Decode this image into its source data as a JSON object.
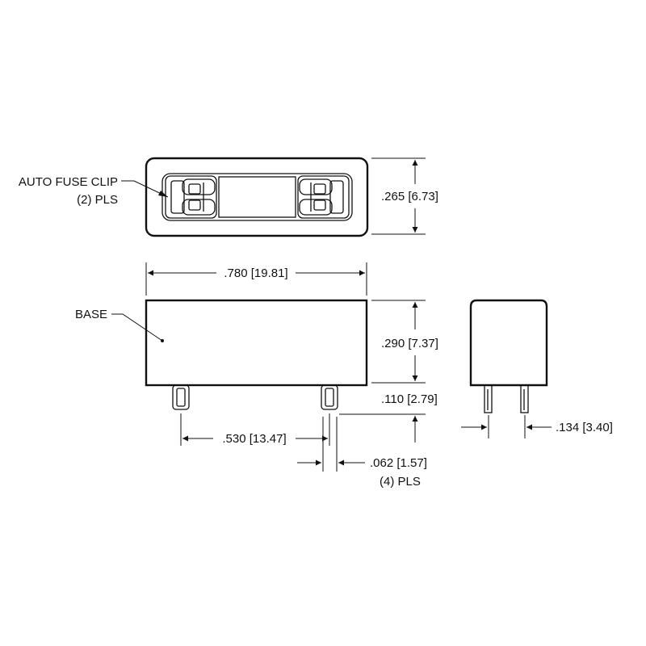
{
  "drawing": {
    "colors": {
      "line": "#111111",
      "background": "#ffffff"
    },
    "labels": {
      "fuse_clip_line1": "AUTO FUSE CLIP",
      "fuse_clip_line2": "(2) PLS",
      "base": "BASE"
    },
    "dimensions": {
      "height_top": ".265 [6.73]",
      "overall_length": ".780 [19.81]",
      "body_height": ".290 [7.37]",
      "pin_length": ".110 [2.79]",
      "pin_spacing": ".530 [13.47]",
      "pin_width": ".062 [1.57]",
      "pin_width_qty": "(4) PLS",
      "pin_thickness": ".134 [3.40]"
    }
  }
}
